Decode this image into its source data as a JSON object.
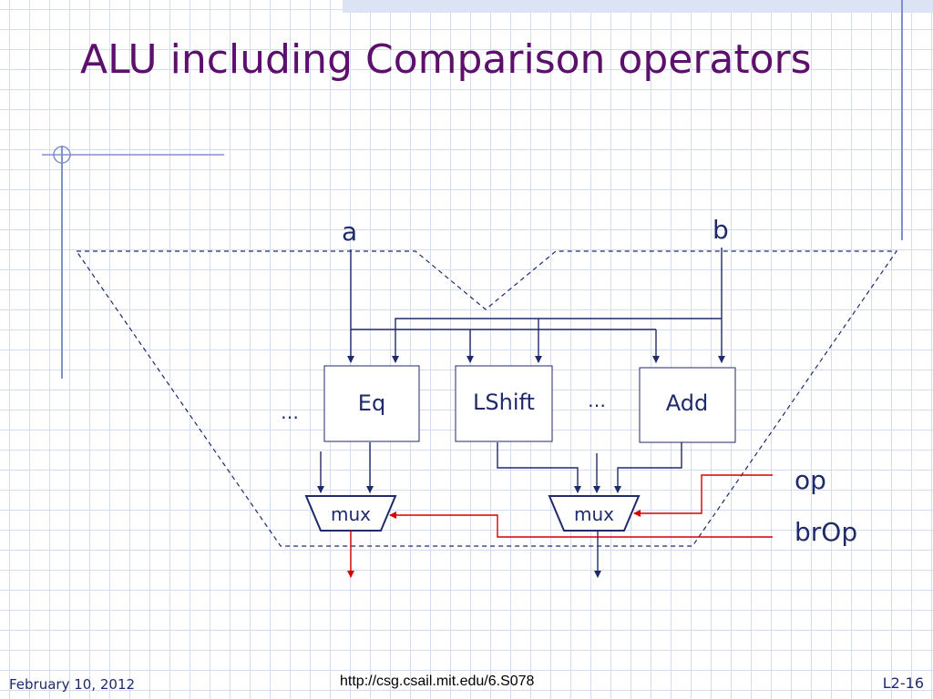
{
  "slide": {
    "title": "ALU including Comparison operators"
  },
  "diagram": {
    "inputs": {
      "a": "a",
      "b": "b"
    },
    "blocks": {
      "eq": "Eq",
      "lshift": "LShift",
      "add": "Add"
    },
    "ellipsis": "…",
    "mux_label": "mux",
    "controls": {
      "op": "op",
      "brop": "brOp"
    },
    "colors": {
      "wire": "#1f2a6b",
      "control": "#d40000",
      "title": "#5c0f6b",
      "boundary": "#1f2a6b"
    }
  },
  "footer": {
    "date": "February 10, 2012",
    "url": "http://csg.csail.mit.edu/6.S078",
    "page": "L2-16"
  }
}
